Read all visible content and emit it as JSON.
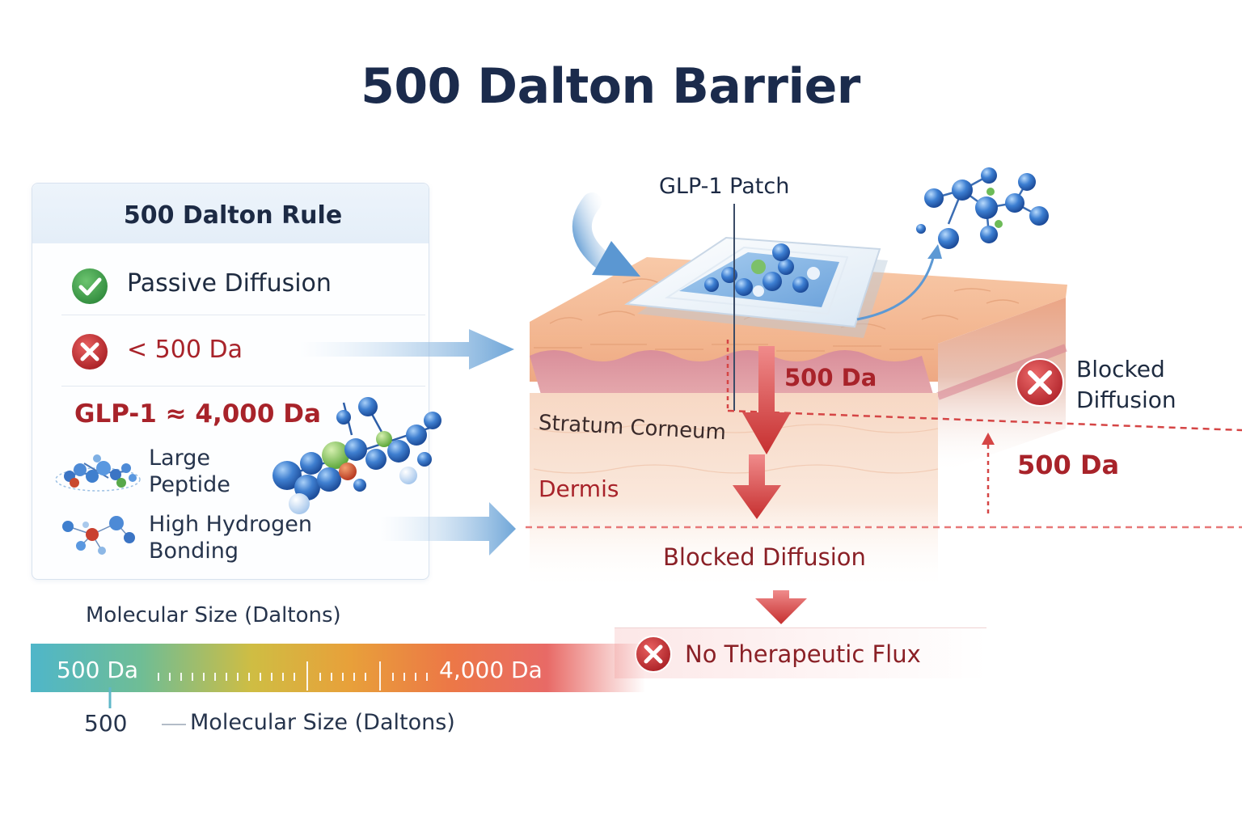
{
  "title": "500 Dalton Barrier",
  "rule_panel": {
    "title": "500 Dalton Rule",
    "rows": [
      {
        "label": "Passive Diffusion",
        "icon": "check-icon"
      },
      {
        "label": "< 500 Da",
        "icon": "cross-icon"
      }
    ],
    "glp1_label": "GLP-1 ≈ 4,000 Da",
    "features": [
      {
        "label_line1": "Large",
        "label_line2": "Peptide",
        "icon": "peptide-molecule-icon"
      },
      {
        "label_line1": "High Hydrogen",
        "label_line2": "Bonding",
        "icon": "hydrogen-bond-molecule-icon"
      }
    ]
  },
  "skin_diagram": {
    "patch_label": "GLP-1 Patch",
    "layer_labels": {
      "stratum": "Stratum Corneum",
      "dermis": "Dermis"
    },
    "threshold_label_center": "500 Da",
    "threshold_label_right": "500 Da",
    "blocked_right_line1": "Blocked",
    "blocked_right_line2": "Diffusion",
    "blocked_center": "Blocked Diffusion",
    "no_flux": "No Therapeutic Flux"
  },
  "scale": {
    "top_label": "Molecular Size (Daltons)",
    "left_value": "500 Da",
    "right_value": "4,000 Da",
    "tick_value": "500",
    "bottom_label": "Molecular Size (Daltons)"
  },
  "colors": {
    "title": "#1b2b4c",
    "red_accent": "#a8232a",
    "check_green": "#3a9a48",
    "cross_red": "#c9302c",
    "arrow_blue": "#7fb0dc",
    "dashed_red": "#d54545"
  }
}
